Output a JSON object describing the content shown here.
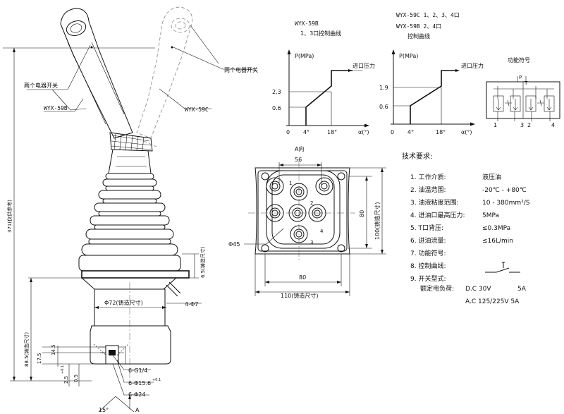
{
  "labels": {
    "two_switches_left": "两个电器开关",
    "two_switches_right": "两个电器开关",
    "model_59b": "WYX-59B",
    "model_59c": "WYX-59C"
  },
  "left_dims": {
    "overall_height": "371(仅供参考)",
    "height_885": "88.5(铸造尺寸)",
    "d175": "17.5",
    "d145": "14.5",
    "d25": "2.5",
    "d25_tol": "+0.1",
    "d05": "0.5",
    "d65": "6.5(铸造尺寸)",
    "phi72": "Φ72(铸造尺寸)",
    "phi7": "4-Φ7",
    "g14": "6-G1/4",
    "phi156": "6-Φ15.6",
    "phi156_tol": "+0.1",
    "phi24": "6-Φ24",
    "angle15": "15°",
    "arrow_a": "A"
  },
  "curve_b": {
    "title_model": "WYX-59B",
    "title_desc": "1、3口控制曲线",
    "ylabel": "P(MPa)",
    "y_high": "2.3",
    "y_low": "0.6",
    "x0": "0",
    "x1": "4°",
    "x2": "18°",
    "xlabel": "α(°)",
    "annotation": "进口压力"
  },
  "curve_c": {
    "title_c": "WYX-59C  1、2、3、4口",
    "title_b": "WYX-59B  2、4口",
    "title_desc": "控制曲线",
    "ylabel": "P(MPa)",
    "y_high": "1.9",
    "y_low": "0.6",
    "x0": "0",
    "x1": "4°",
    "x2": "18°",
    "xlabel": "α(°)",
    "annotation": "进口压力"
  },
  "symbol": {
    "title": "功能符号",
    "p": "P",
    "t": "T",
    "ports": [
      "1",
      "3",
      "2",
      "4"
    ]
  },
  "view_a": {
    "title": "A向",
    "w56": "56",
    "h80": "80",
    "h100": "100(铸造尺寸)",
    "w80": "80",
    "w110": "110(铸造尺寸)",
    "phi45": "Φ45",
    "ports": [
      "1",
      "2",
      "3",
      "4"
    ]
  },
  "tech": {
    "title": "技术要求:",
    "rows": [
      {
        "k": "1. 工作介质:",
        "v": "液压油"
      },
      {
        "k": "2. 油温范围:",
        "v": "-20℃ - +80℃"
      },
      {
        "k": "3. 油液粘度范围:",
        "v": "10 - 380mm²/S"
      },
      {
        "k": "4. 进油口最高压力:",
        "v": "5MPa"
      },
      {
        "k": "5. T口背压:",
        "v": "≤0.3MPa"
      },
      {
        "k": "6. 进油流量:",
        "v": "≤16L/min"
      },
      {
        "k": "7. 功能符号:",
        "v": ""
      },
      {
        "k": "8. 控制曲线:",
        "v": ""
      },
      {
        "k": "9. 开关型式:",
        "v": ""
      }
    ],
    "rated_load": "额定电负荷:",
    "dc": "D.C 30V",
    "dc_a": "5A",
    "ac": "A.C 125/225V 5A"
  }
}
